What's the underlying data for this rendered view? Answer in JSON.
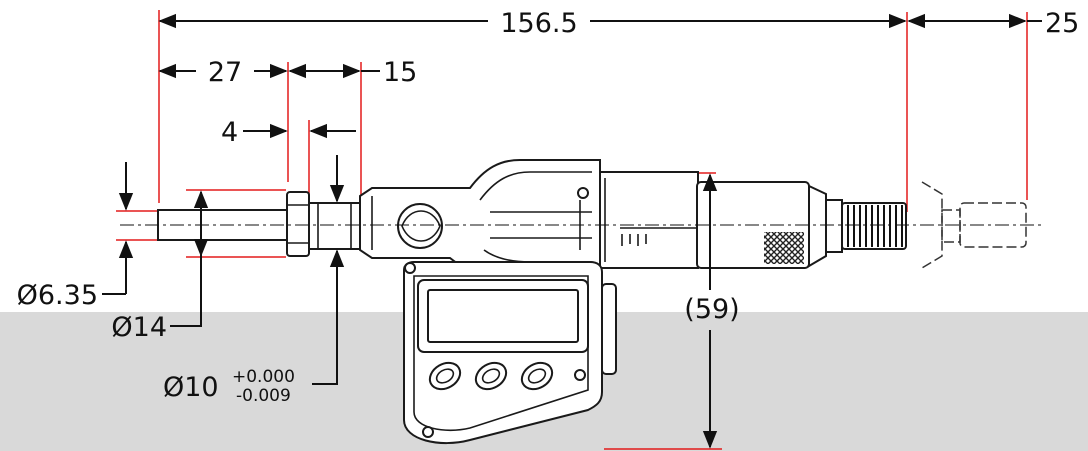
{
  "colors": {
    "background_band": "#d9d9d9",
    "extension_lines": "#e31b1b",
    "outline": "#1a1a1a"
  },
  "dimensions": {
    "overall_length": "156.5",
    "travel": "25",
    "spindle_section": "27",
    "collar_section": "15",
    "nut_gap": "4",
    "spindle_diameter": "Ø6.35",
    "collar_diameter": "Ø14",
    "stem_diameter": "Ø10",
    "stem_tol_upper": "+0.000",
    "stem_tol_lower": "-0.009",
    "height": "(59)"
  }
}
